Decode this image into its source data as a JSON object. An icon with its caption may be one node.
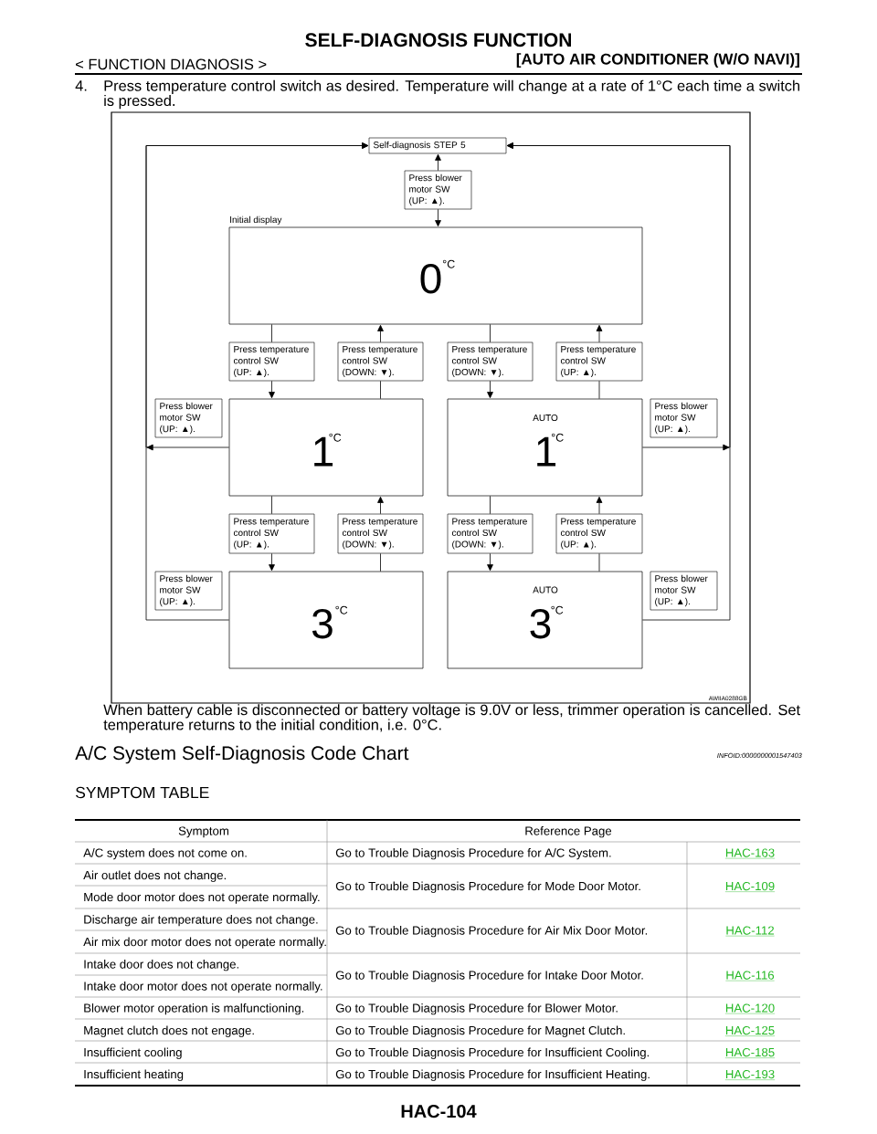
{
  "diagram": {
    "title": "SELF-DIAGNOSIS FUNCTION",
    "nodes": [
      {
        "text": [
          "Self-diagnosis STEP 5"
        ]
      },
      {
        "text": [
          "Press blower motor SW (UP: ▲)."
        ]
      },
      {
        "text": [
          "Initial display",
          "0",
          "°C"
        ]
      },
      {
        "text": [
          "Press temperature control SW (UP: ▲)."
        ]
      },
      {
        "text": [
          "Press temperature control SW (DOWN: ▼)."
        ]
      },
      {
        "text": [
          "Press temperature control SW (DOWN: ▼)."
        ]
      },
      {
        "text": [
          "Press temperature control SW (UP: ▲)."
        ]
      },
      {
        "text": [
          "Press blower motor SW (UP: ▲)."
        ]
      },
      {
        "text": [
          "1",
          "°C"
        ]
      },
      {
        "text": [
          "AUTO",
          "1",
          "°C"
        ]
      },
      {
        "text": [
          "Press blower motor SW (UP: ▲)."
        ]
      },
      {
        "text": [
          "Press temperature control SW (UP: ▲)."
        ]
      },
      {
        "text": [
          "Press temperature control SW (DOWN: ▼)."
        ]
      },
      {
        "text": [
          "Press temperature control SW (DOWN: ▼)."
        ]
      },
      {
        "text": [
          "Press temperature control SW (UP: ▲)."
        ]
      },
      {
        "text": [
          "Press blower motor SW (UP: ▲)."
        ]
      },
      {
        "text": [
          "3",
          "°C"
        ]
      },
      {
        "text": [
          "AUTO",
          "3",
          "°C"
        ]
      },
      {
        "text": [
          "Press blower motor SW (UP: ▲)."
        ]
      }
    ],
    "edges": [
      {
        "from": 1,
        "to": 0,
        "arrow": "to"
      },
      {
        "from": 1,
        "to": 2,
        "arrow": "to"
      },
      {
        "from": 2,
        "to": 3,
        "arrow": "none"
      },
      {
        "from": 3,
        "to": 8,
        "arrow": "to"
      },
      {
        "from": 8,
        "to": 4,
        "arrow": "none"
      },
      {
        "from": 4,
        "to": 2,
        "arrow": "to"
      },
      {
        "from": 2,
        "to": 5,
        "arrow": "none"
      },
      {
        "from": 5,
        "to": 9,
        "arrow": "to"
      },
      {
        "from": 9,
        "to": 6,
        "arrow": "none"
      },
      {
        "from": 6,
        "to": 2,
        "arrow": "to"
      },
      {
        "from": 8,
        "to": 11,
        "arrow": "none"
      },
      {
        "from": 11,
        "to": 16,
        "arrow": "to"
      },
      {
        "from": 16,
        "to": 12,
        "arrow": "none"
      },
      {
        "from": 12,
        "to": 8,
        "arrow": "to"
      },
      {
        "from": 9,
        "to": 13,
        "arrow": "none"
      },
      {
        "from": 13,
        "to": 17,
        "arrow": "to"
      },
      {
        "from": 17,
        "to": 14,
        "arrow": "none"
      },
      {
        "from": 14,
        "to": 9,
        "arrow": "to"
      },
      {
        "from": 8,
        "to": 0,
        "arrow": "to"
      },
      {
        "from": 16,
        "to": 0,
        "arrow": "to"
      },
      {
        "from": 9,
        "to": 0,
        "arrow": "to"
      },
      {
        "from": 17,
        "to": 0,
        "arrow": "to"
      }
    ],
    "labels": [
      "< FUNCTION DIAGNOSIS >",
      "[AUTO AIR CONDITIONER (W/O NAVI)]",
      "4.",
      "Press temperature control switch as desired. Temperature will change at a rate of 1°C each time a switch is pressed.",
      "AWIIA0288GB",
      "When battery cable is disconnected or battery voltage is 9.0V or less, trimmer operation is cancelled. Set temperature returns to the initial condition, i.e. 0°C.",
      "A/C System Self-Diagnosis Code Chart",
      "INFOID:0000000001547403",
      "SYMPTOM TABLE",
      "Symptom",
      "Reference Page",
      "A/C system does not come on.",
      "Go to Trouble Diagnosis Procedure for A/C System.",
      "HAC-163",
      "Air outlet does not change.",
      "Go to Trouble Diagnosis Procedure for Mode Door Motor.",
      "HAC-109",
      "Mode door motor does not operate normally.",
      "Discharge air temperature does not change.",
      "Go to Trouble Diagnosis Procedure for Air Mix Door Motor.",
      "HAC-112",
      "Air mix door motor does not operate normally.",
      "Intake door does not change.",
      "Go to Trouble Diagnosis Procedure for Intake Door Motor.",
      "HAC-116",
      "Intake door motor does not operate normally.",
      "Blower motor operation is malfunctioning.",
      "Go to Trouble Diagnosis Procedure for Blower Motor.",
      "HAC-120",
      "Magnet clutch does not engage.",
      "Go to Trouble Diagnosis Procedure for Magnet Clutch.",
      "HAC-125",
      "Insufficient cooling",
      "Go to Trouble Diagnosis Procedure for Insufficient Cooling.",
      "HAC-185",
      "Insufficient heating",
      "Go to Trouble Diagnosis Procedure for Insufficient Heating.",
      "HAC-193",
      "HAC-104"
    ]
  }
}
